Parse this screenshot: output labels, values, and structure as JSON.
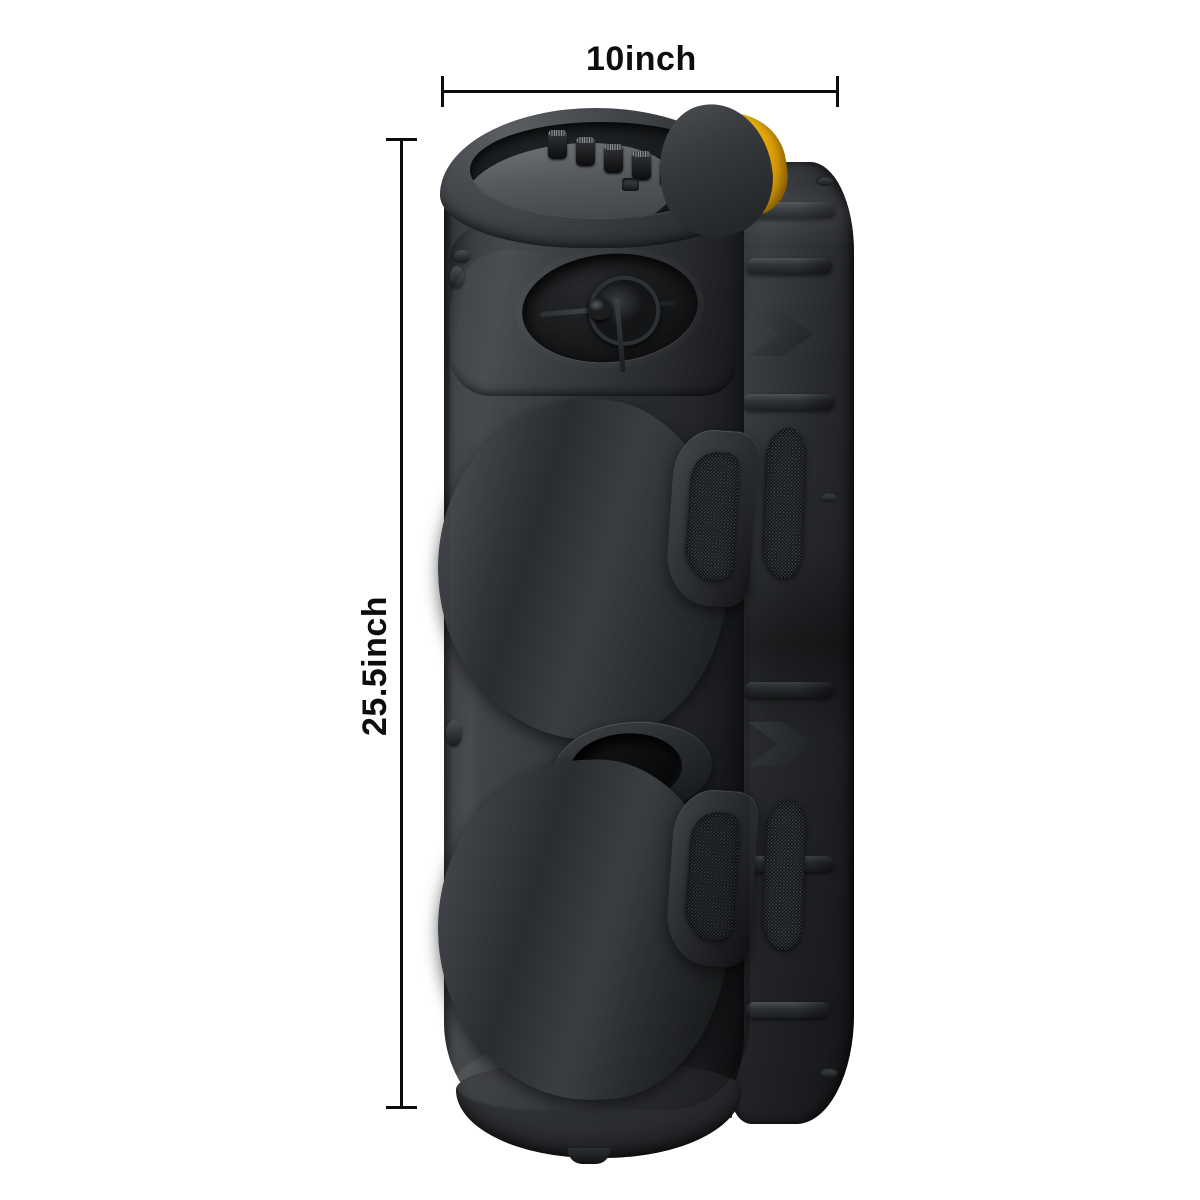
{
  "diagram": {
    "type": "product-dimension-diagram",
    "subject": "portable bluetooth party speaker",
    "background_color": "#ffffff"
  },
  "dimensions": {
    "width": {
      "label": "10inch",
      "value": 10,
      "unit": "inch",
      "orientation": "horizontal",
      "line_color": "#0d0d0d"
    },
    "height": {
      "label": "25.5inch",
      "value": 25.5,
      "unit": "inch",
      "orientation": "vertical",
      "line_color": "#0d0d0d"
    }
  },
  "product": {
    "name": "dual-woofer tower speaker",
    "body_color": "#2b2e31",
    "accent_color": "#F5BE14",
    "parts": {
      "top_panel": "control panel recess",
      "knob_count": 5,
      "handle": "yellow carry handle",
      "tweeter_horn": "elliptical horn tweeter",
      "woofer_count": 2,
      "bass_port": "circular bass reflex port",
      "side_mesh_panels": 4,
      "base": "rounded base with rubber foot"
    },
    "led_colors": [
      "#ff2bd0",
      "#ffe14d",
      "#ffc8e8",
      "#ff1f30",
      "#17f0c0",
      "#12d8ff",
      "#1f63ff",
      "#7a22d8",
      "#e018c8"
    ]
  }
}
